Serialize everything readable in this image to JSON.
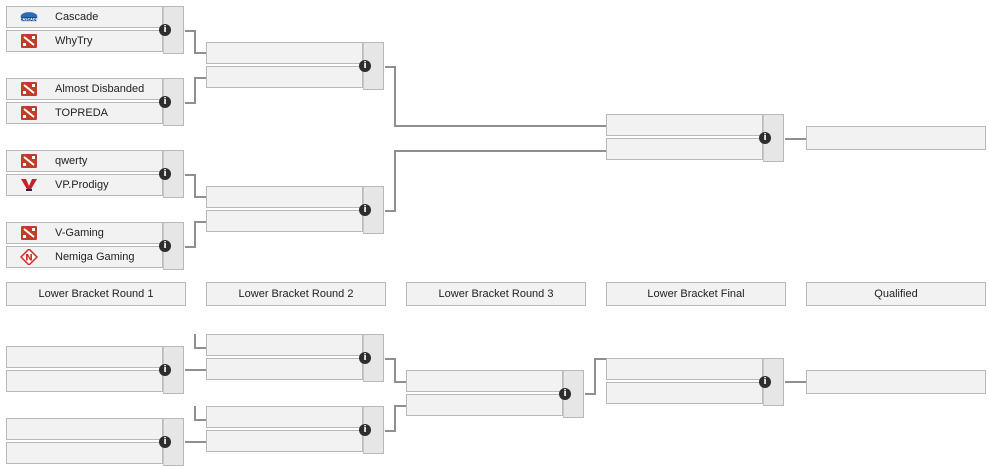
{
  "upper": {
    "r1": [
      {
        "top": {
          "name": "Cascade",
          "icon": "cascade-logo"
        },
        "bottom": {
          "name": "WhyTry",
          "icon": "dota2-logo"
        }
      },
      {
        "top": {
          "name": "Almost Disbanded",
          "icon": "dota2-logo"
        },
        "bottom": {
          "name": "TOPREDA",
          "icon": "dota2-logo"
        }
      },
      {
        "top": {
          "name": "qwerty",
          "icon": "dota2-logo"
        },
        "bottom": {
          "name": "VP.Prodigy",
          "icon": "vp-logo"
        }
      },
      {
        "top": {
          "name": "V-Gaming",
          "icon": "dota2-logo"
        },
        "bottom": {
          "name": "Nemiga Gaming",
          "icon": "nemiga-logo"
        }
      }
    ]
  },
  "headers": [
    "Lower Bracket Round 1",
    "Lower Bracket Round 2",
    "Lower Bracket Round 3",
    "Lower Bracket Final",
    "Qualified"
  ],
  "info_glyph": "i",
  "colors": {
    "dota_red": "#c23c2a",
    "vp_red": "#c8202a",
    "cascade_blue": "#2b6cb8",
    "nemiga_red": "#d42a1e"
  }
}
